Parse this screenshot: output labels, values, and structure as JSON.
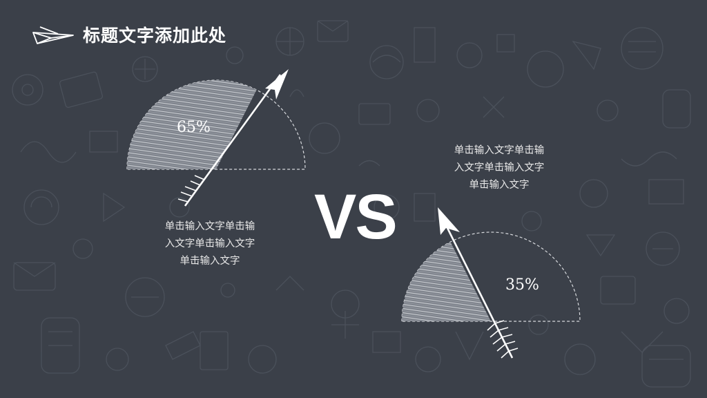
{
  "header": {
    "title": "标题文字添加此处",
    "icon": "paper-plane-icon"
  },
  "vs_label": "VS",
  "left": {
    "percent_label": "65%",
    "value": 65,
    "description": [
      "单击输入文字单击输",
      "入文字单击输入文字",
      "单击输入文字"
    ]
  },
  "right": {
    "percent_label": "35%",
    "value": 35,
    "description": [
      "单击输入文字单击输",
      "入文字单击输入文字",
      "单击输入文字"
    ]
  },
  "colors": {
    "background": "#3b4049",
    "chalk": "#ffffff",
    "doodle": "#4a505a"
  }
}
